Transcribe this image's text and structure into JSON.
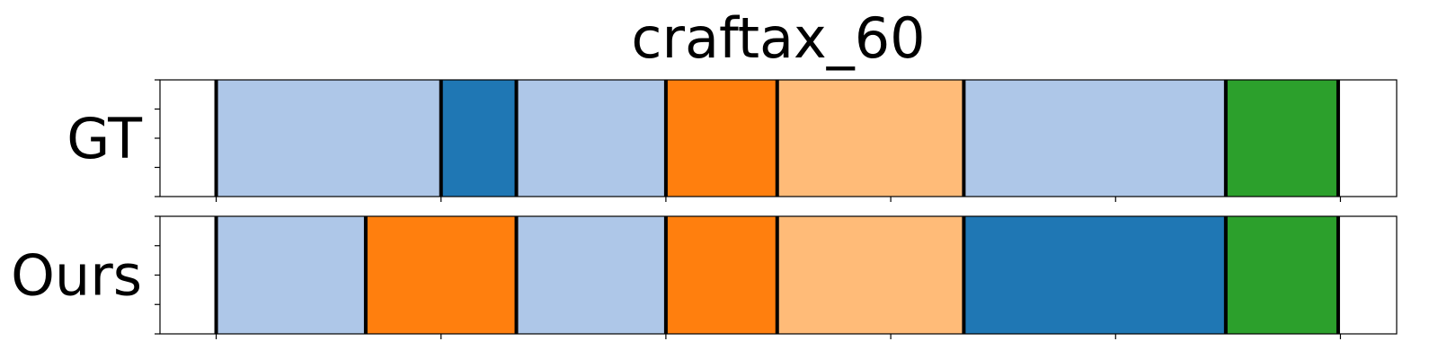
{
  "chart_data": {
    "type": "segmentation-timeline",
    "title": "craftax_60",
    "xlim": [
      0,
      11
    ],
    "boundaries": [
      0.5,
      2.5,
      3.17,
      4.5,
      5.49,
      7.15,
      9.48,
      10.48
    ],
    "rows": [
      {
        "label": "GT",
        "segments": [
          {
            "start": 0.5,
            "end": 2.5,
            "color": "#aec7e8"
          },
          {
            "start": 2.5,
            "end": 3.17,
            "color": "#1f77b4"
          },
          {
            "start": 3.17,
            "end": 4.5,
            "color": "#aec7e8"
          },
          {
            "start": 4.5,
            "end": 5.49,
            "color": "#ff7f0e"
          },
          {
            "start": 5.49,
            "end": 7.15,
            "color": "#ffbb78"
          },
          {
            "start": 7.15,
            "end": 9.48,
            "color": "#aec7e8"
          },
          {
            "start": 9.48,
            "end": 10.48,
            "color": "#2ca02c"
          }
        ]
      },
      {
        "label": "Ours",
        "segments": [
          {
            "start": 0.5,
            "end": 1.83,
            "color": "#aec7e8"
          },
          {
            "start": 1.83,
            "end": 3.17,
            "color": "#ff7f0e"
          },
          {
            "start": 3.17,
            "end": 4.5,
            "color": "#aec7e8"
          },
          {
            "start": 4.5,
            "end": 5.49,
            "color": "#ff7f0e"
          },
          {
            "start": 5.49,
            "end": 7.15,
            "color": "#ffbb78"
          },
          {
            "start": 7.15,
            "end": 9.48,
            "color": "#1f77b4"
          },
          {
            "start": 9.48,
            "end": 10.48,
            "color": "#2ca02c"
          }
        ]
      }
    ],
    "x_ticks": [
      0.5,
      2.5,
      4.5,
      6.5,
      8.5,
      10.5
    ],
    "y_ticks": [
      0,
      0.25,
      0.5,
      0.75,
      1
    ]
  }
}
